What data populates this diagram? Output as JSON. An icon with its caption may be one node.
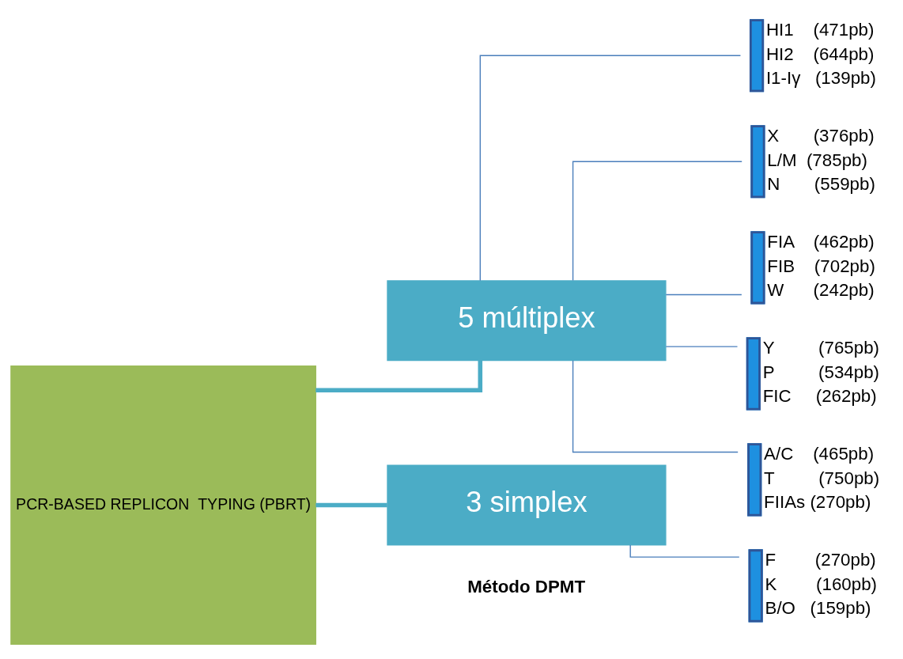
{
  "diagram": {
    "nodes": [
      {
        "text": [
          "PCR-BASED REPLICON  TYPING (PBRT)"
        ]
      },
      {
        "text": [
          "5 múltiplex"
        ]
      },
      {
        "text": [
          "3 simplex"
        ]
      },
      {
        "text": [],
        "shape": "bar",
        "beside": [
          "HI1    (471pb)",
          "HI2    (644pb)",
          "I1-Iγ   (139pb)"
        ]
      },
      {
        "text": [],
        "shape": "bar",
        "beside": [
          "X       (376pb)",
          "L/M  (785pb)",
          "N       (559pb)"
        ]
      },
      {
        "text": [],
        "shape": "bar",
        "beside": [
          "FIA    (462pb)",
          "FIB    (702pb)",
          "W      (242pb)"
        ]
      },
      {
        "text": [],
        "shape": "bar",
        "beside": [
          "Y         (765pb)",
          "P         (534pb)",
          "FIC     (262pb)"
        ]
      },
      {
        "text": [],
        "shape": "bar",
        "beside": [
          "A/C    (465pb)",
          "T         (750pb)",
          "FIIAs (270pb)"
        ]
      },
      {
        "text": [],
        "shape": "bar",
        "beside": [
          "F        (270pb)",
          "K        (160pb)",
          "B/O   (159pb)"
        ]
      }
    ],
    "edges": [
      {
        "from": 0,
        "to": 1,
        "arrow": "none",
        "style": "thick",
        "color": "#4bacc6"
      },
      {
        "from": 0,
        "to": 2,
        "arrow": "none",
        "style": "thick",
        "color": "#4bacc6"
      },
      {
        "from": 1,
        "to": 3,
        "arrow": "none"
      },
      {
        "from": 1,
        "to": 4,
        "arrow": "none"
      },
      {
        "from": 1,
        "to": 5,
        "arrow": "none"
      },
      {
        "from": 1,
        "to": 6,
        "arrow": "none"
      },
      {
        "from": 1,
        "to": 7,
        "arrow": "none"
      },
      {
        "from": 2,
        "to": 8,
        "arrow": "none"
      }
    ],
    "labels": [
      "Método DPMT"
    ]
  }
}
